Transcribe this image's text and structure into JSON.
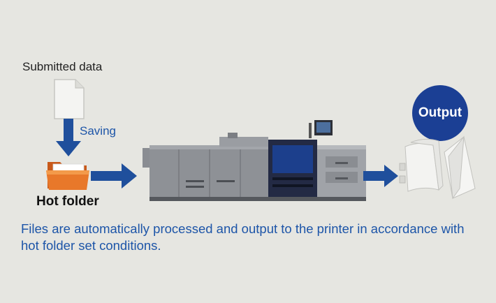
{
  "labels": {
    "submitted_data": "Submitted data",
    "saving": "Saving",
    "hot_folder": "Hot folder",
    "output": "Output"
  },
  "caption": "Files are automatically processed and output to the printer in accordance with hot folder set conditions.",
  "icons": {
    "document": "document-icon",
    "folder": "folder-icon",
    "printer": "printer-icon",
    "output_stack": "output-paper-icon",
    "arrows": "arrow-icon"
  },
  "colors": {
    "background": "#e6e6e1",
    "arrow_blue": "#1f4f9c",
    "text_blue": "#1d55a8",
    "badge_blue": "#1b3f94",
    "folder_orange": "#e8782a"
  }
}
